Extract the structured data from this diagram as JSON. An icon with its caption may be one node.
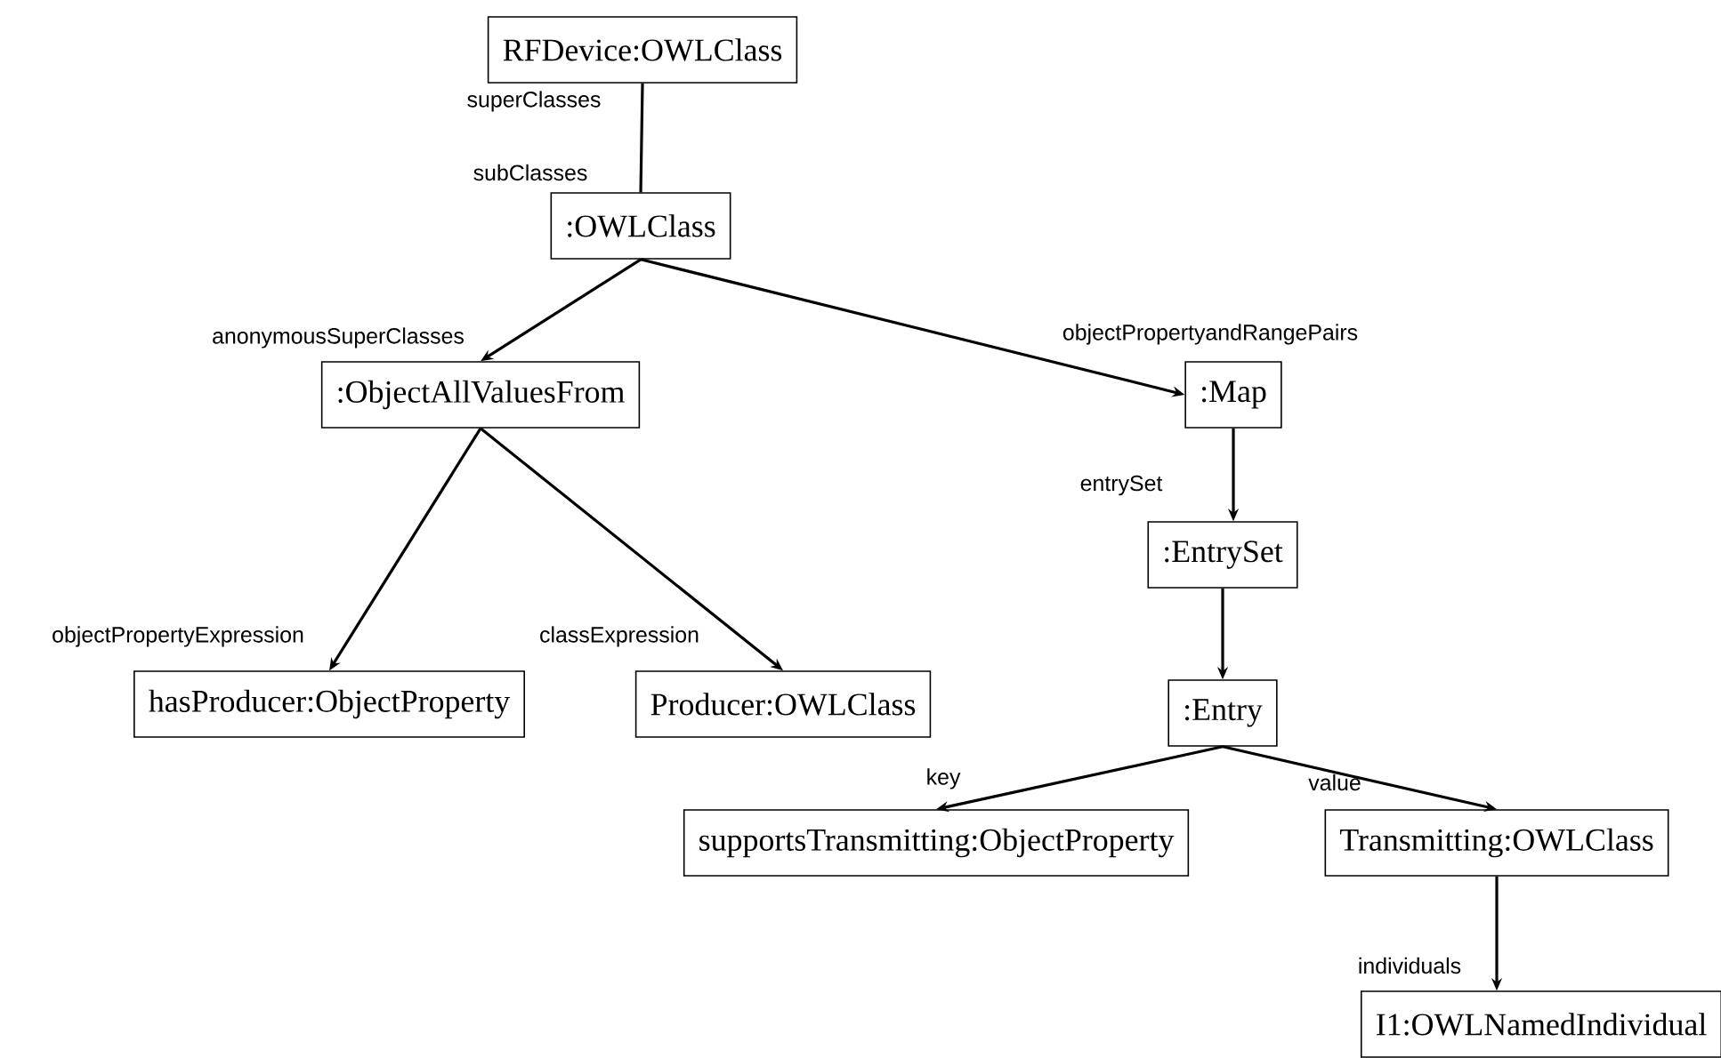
{
  "diagram": {
    "nodes": [
      {
        "text": [
          "RFDevice:OWLClass"
        ]
      },
      {
        "text": [
          ":OWLClass"
        ]
      },
      {
        "text": [
          ":ObjectAllValuesFrom"
        ]
      },
      {
        "text": [
          ":Map"
        ]
      },
      {
        "text": [
          ":EntrySet"
        ]
      },
      {
        "text": [
          "hasProducer:ObjectProperty"
        ]
      },
      {
        "text": [
          "Producer:OWLClass"
        ]
      },
      {
        "text": [
          ":Entry"
        ]
      },
      {
        "text": [
          "supportsTransmitting:ObjectProperty"
        ]
      },
      {
        "text": [
          "Transmitting:OWLClass"
        ]
      },
      {
        "text": [
          "I1:OWLNamedIndividual"
        ]
      }
    ],
    "edges": [
      {
        "from": 0,
        "to": 1,
        "arrow": "none",
        "label": "superClasses"
      },
      {
        "from": 1,
        "to": 2,
        "arrow": "to",
        "label": "anonymousSuperClasses"
      },
      {
        "from": 1,
        "to": 3,
        "arrow": "to",
        "label": "objectPropertyandRangePairs"
      },
      {
        "from": 2,
        "to": 5,
        "arrow": "to",
        "label": "objectPropertyExpression"
      },
      {
        "from": 2,
        "to": 6,
        "arrow": "to",
        "label": "classExpression"
      },
      {
        "from": 3,
        "to": 4,
        "arrow": "to",
        "label": "entrySet"
      },
      {
        "from": 4,
        "to": 7,
        "arrow": "to"
      },
      {
        "from": 7,
        "to": 8,
        "arrow": "to",
        "label": "key"
      },
      {
        "from": 7,
        "to": 9,
        "arrow": "to",
        "label": "value"
      },
      {
        "from": 9,
        "to": 10,
        "arrow": "to",
        "label": "individuals"
      }
    ],
    "labels": [
      "subClasses"
    ]
  }
}
